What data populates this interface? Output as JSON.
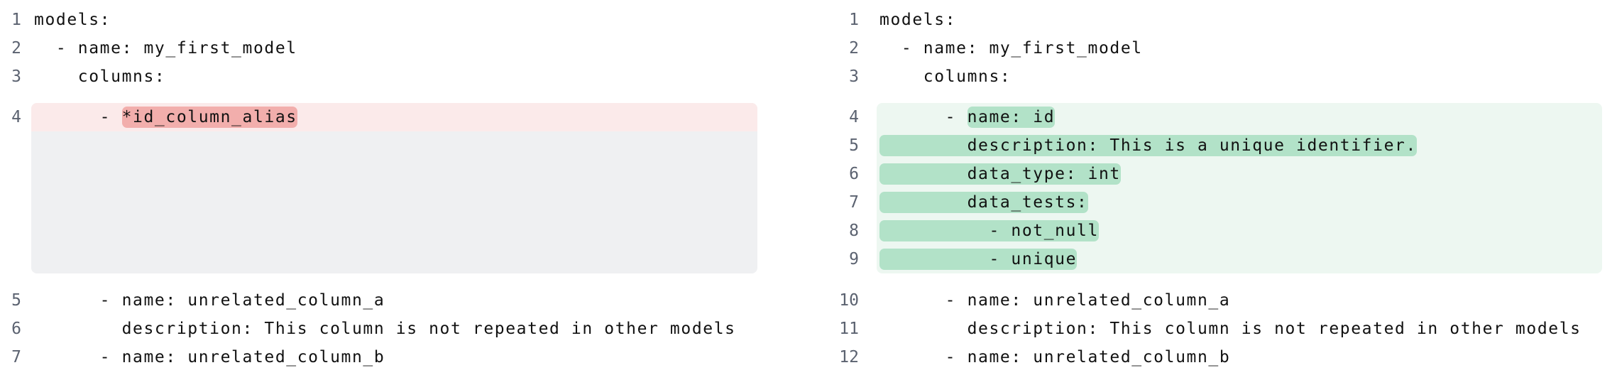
{
  "colors": {
    "removed_line_bg": "#fbeaea",
    "removed_highlight": "#f2aeac",
    "placeholder_bg": "#eff0f2",
    "added_line_bg": "#edf7f1",
    "added_highlight": "#b2e2c8",
    "line_number": "#5b6270"
  },
  "left": {
    "before": [
      {
        "num": "1",
        "pre": "models:",
        "hl": ""
      },
      {
        "num": "2",
        "pre": "  - name: my_first_model",
        "hl": ""
      },
      {
        "num": "3",
        "pre": "    columns:",
        "hl": ""
      }
    ],
    "changed": [
      {
        "num": "4",
        "pre": "      - ",
        "hl": "*id_column_alias"
      }
    ],
    "after": [
      {
        "num": "5",
        "pre": "      - name: unrelated_column_a",
        "hl": ""
      },
      {
        "num": "6",
        "pre": "        description: This column is not repeated in other models",
        "hl": ""
      },
      {
        "num": "7",
        "pre": "      - name: unrelated_column_b",
        "hl": ""
      }
    ]
  },
  "right": {
    "before": [
      {
        "num": "1",
        "pre": "models:",
        "hl": ""
      },
      {
        "num": "2",
        "pre": "  - name: my_first_model",
        "hl": ""
      },
      {
        "num": "3",
        "pre": "    columns:",
        "hl": ""
      }
    ],
    "changed": [
      {
        "num": "4",
        "pre": "      - ",
        "hl": "name: id"
      },
      {
        "num": "5",
        "pre": "",
        "hl": "        description: This is a unique identifier."
      },
      {
        "num": "6",
        "pre": "",
        "hl": "        data_type: int"
      },
      {
        "num": "7",
        "pre": "",
        "hl": "        data_tests:"
      },
      {
        "num": "8",
        "pre": "",
        "hl": "          - not_null"
      },
      {
        "num": "9",
        "pre": "",
        "hl": "          - unique"
      }
    ],
    "after": [
      {
        "num": "10",
        "pre": "      - name: unrelated_column_a",
        "hl": ""
      },
      {
        "num": "11",
        "pre": "        description: This column is not repeated in other models",
        "hl": ""
      },
      {
        "num": "12",
        "pre": "      - name: unrelated_column_b",
        "hl": ""
      }
    ]
  }
}
